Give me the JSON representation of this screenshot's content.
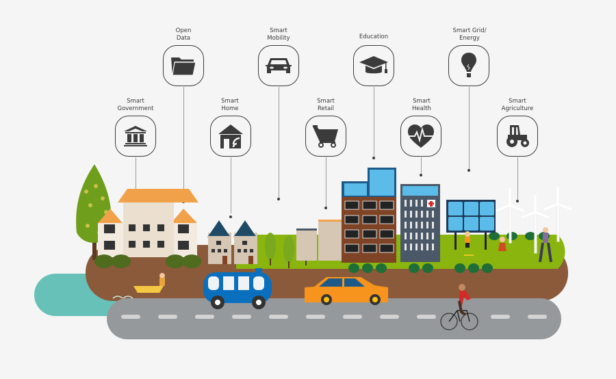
{
  "infographic": {
    "background": "#f5f5f5",
    "icon_color": "#3b3b3b",
    "categories": [
      {
        "id": "open-data",
        "label": "Open\nData",
        "icon": "folder-icon"
      },
      {
        "id": "smart-mobility",
        "label": "Smart\nMobility",
        "icon": "car-icon"
      },
      {
        "id": "education",
        "label": "Education",
        "icon": "graduation-cap-icon"
      },
      {
        "id": "smart-grid",
        "label": "Smart Grid/\nEnergy",
        "icon": "light-bulb-icon"
      },
      {
        "id": "smart-government",
        "label": "Smart\nGovernment",
        "icon": "government-building-icon"
      },
      {
        "id": "smart-home",
        "label": "Smart\nHome",
        "icon": "smart-home-icon"
      },
      {
        "id": "smart-retail",
        "label": "Smart\nRetail",
        "icon": "shopping-cart-icon"
      },
      {
        "id": "smart-health",
        "label": "Smart\nHealth",
        "icon": "heart-pulse-icon"
      },
      {
        "id": "smart-agriculture",
        "label": "Smart\nAgriculture",
        "icon": "tractor-icon"
      }
    ],
    "scene": {
      "colors": {
        "water": "#68c1b8",
        "ground": "#8a5a3a",
        "grass": "#8ab50e",
        "road": "#96999c",
        "road_marks": "#d3d3d3",
        "bus": "#0a6fbd",
        "car": "#f7941d",
        "tree": "#6e9e1c",
        "mansion_roof": "#f0a14a",
        "house_roof": "#1e4a66",
        "brick_building": "#7f4325",
        "hospital": "#4a5868",
        "solar": "#5bbbe9"
      }
    }
  }
}
